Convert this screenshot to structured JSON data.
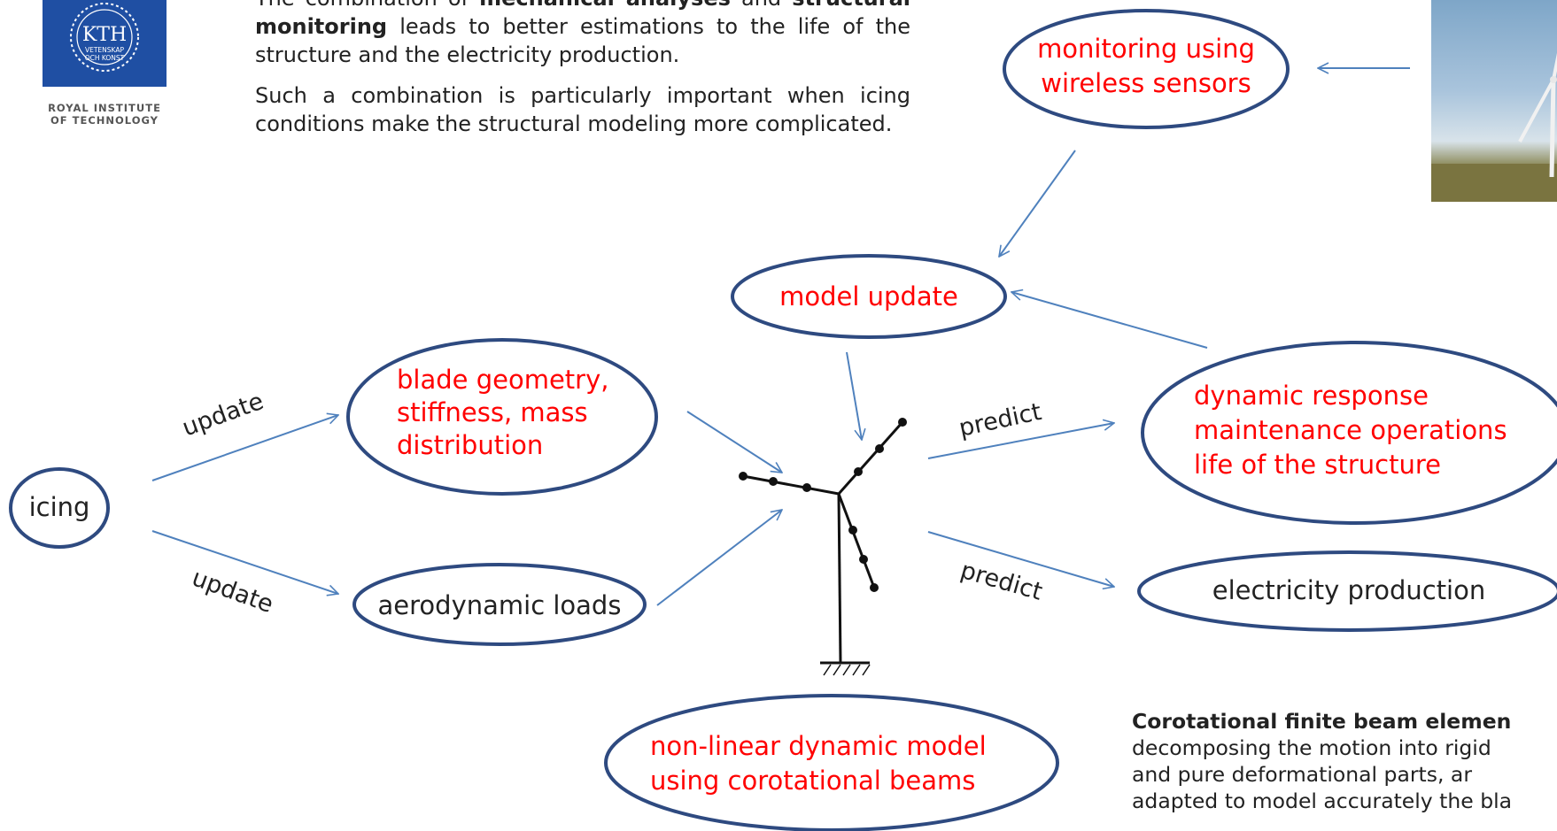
{
  "logo": {
    "letters": "KTH",
    "line1": "VETENSKAP",
    "line2": "OCH KONST",
    "caption_line1": "ROYAL INSTITUTE",
    "caption_line2": "OF TECHNOLOGY",
    "brand_color": "#1f4fa3"
  },
  "intro": {
    "p1_start": "The combination of",
    "p1_bold1": "mechanical analyses",
    "p1_mid": "and",
    "p1_bold2": "structural monitoring",
    "p1_end": "leads to better estimations to the life of the structure and the electricity production.",
    "p2": "Such a combination is particularly important when icing conditions make the structural modeling more complicated."
  },
  "nodes": {
    "icing": "icing",
    "blade_line1": "blade geometry,",
    "blade_line2": "stiffness, mass",
    "blade_line3": "distribution",
    "aero": "aerodynamic loads",
    "model_update": "model update",
    "monitoring_line1": "monitoring using",
    "monitoring_line2": "wireless sensors",
    "dyn_line1": "dynamic response",
    "dyn_line2": "maintenance operations",
    "dyn_line3": "life of the structure",
    "electricity": "electricity production",
    "nonlinear_line1": "non-linear dynamic model",
    "nonlinear_line2": "using corotational beams"
  },
  "edge_labels": {
    "update_top": "update",
    "update_bottom": "update",
    "predict_top": "predict",
    "predict_bottom": "predict"
  },
  "corotational": {
    "bold": "Corotational finite beam elemen",
    "line2": "decomposing the motion into rigid",
    "line3": "and pure deformational parts, ar",
    "line4": "adapted to model accurately the bla"
  },
  "colors": {
    "ellipse_stroke": "#2e4a80",
    "arrow": "#4f81bd",
    "highlight_text": "#ff0000",
    "plain_text": "#222222"
  }
}
